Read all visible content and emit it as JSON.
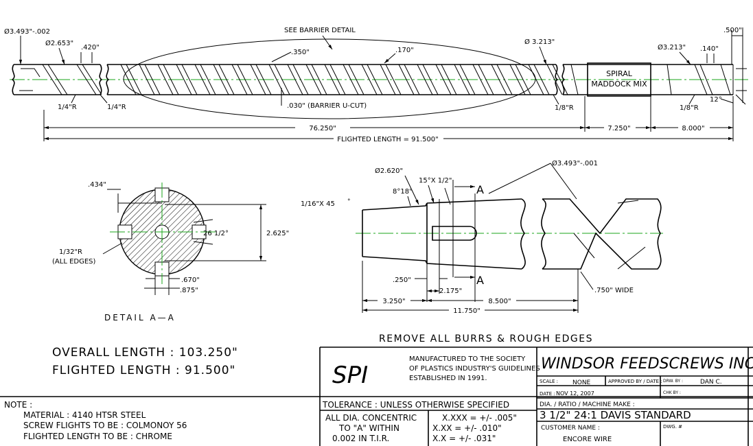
{
  "colors": {
    "line": "#000000",
    "centerline": "#1aa51a",
    "background": "#ffffff"
  },
  "main_view": {
    "diameter_feed": "Ø3.493\"-.002",
    "root_diameter": "Ø2.653\"",
    "flight_width": ".420\"",
    "see_barrier": "SEE BARRIER DETAIL",
    "barrier_flight": ".350\"",
    "pitch_170": ".170\"",
    "diameter_end_of_barrier": "Ø 3.213\"",
    "diameter_metering": "Ø3.213\"",
    "flight_140": ".140\"",
    "tip_length": ".500\"",
    "radius_left_1": "1/4\"R",
    "radius_left_2": "1/4\"R",
    "barrier_ucut": ".030\" (BARRIER U-CUT)",
    "radius_mid": "1/8\"R",
    "radius_right": "1/8\"R",
    "tip_angle": "12°",
    "maddock_label_1": "SPIRAL",
    "maddock_label_2": "MADDOCK MIX",
    "dim_76": "76.250\"",
    "dim_7": "7.250\"",
    "dim_8": "8.000\"",
    "flighted_length": "FLIGHTED LENGTH = 91.500\""
  },
  "detail_aa": {
    "dim_434": ".434\"",
    "angle": "26 1/2°",
    "dim_2625": "2.625\"",
    "edge_radius_1": "1/32\"R",
    "edge_radius_2": "(ALL EDGES)",
    "dim_670": ".670\"",
    "dim_875": ".875\"",
    "title": "DETAIL  A—A"
  },
  "shank_view": {
    "diameter_shank": "Ø2.620\"",
    "chamfer": "15°X 1/2\"",
    "angle_818": "8°18\"",
    "tip_chamfer": "1/16\"X 45",
    "degree_mark": "°",
    "diameter_flight": "Ø3.493\"-.001",
    "section_mark_top": "A",
    "section_mark_bottom": "A",
    "dim_250": ".250\"",
    "dim_2175": "2.175\"",
    "dim_325": "3.250\"",
    "dim_85": "8.500\"",
    "dim_1175": "11.750\"",
    "wide": ".750\" WIDE"
  },
  "remove_burrs": "REMOVE ALL BURRS & ROUGH EDGES",
  "overall_length": "OVERALL LENGTH : 103.250\"",
  "flighted_length_big": "FLIGHTED LENGTH : 91.500\"",
  "notes": {
    "header": "NOTE :",
    "material": "MATERIAL :  4140 HTSR STEEL",
    "flights": "SCREW FLIGHTS TO BE :  COLMONOY 56",
    "flighted": "FLIGHTED LENGTH TO BE :  CHROME"
  },
  "title_block": {
    "logo": "SPI",
    "spi_line1": "MANUFACTURED TO THE SOCIETY",
    "spi_line2": "OF PLASTICS INDUSTRY'S GUIDELINES",
    "spi_line3": "ESTABLISHED IN 1991.",
    "company": "WINDSOR FEEDSCREWS INC.",
    "scale_label": "SCALE :",
    "scale_value": "NONE",
    "approved_label": "APPROVED BY / DATE :",
    "drw_label": "DRW. BY :",
    "drw_value": "DAN C.",
    "date_label": "DATE :",
    "date_value": "NOV 12, 2007",
    "chk_label": "CHK BY :",
    "tolerance_header": "TOLERANCE : UNLESS OTHERWISE SPECIFIED",
    "dia_label": "DIA. / RATIO / MACHINE MAKE :",
    "dia_value": "3 1/2\" 24:1 DAVIS STANDARD",
    "concentric_1": "ALL DIA. CONCENTRIC",
    "concentric_2": "TO \"A\" WITHIN",
    "concentric_3": "0.002 IN T.I.R.",
    "tol_1": "X.XXX = +/- .005\"",
    "tol_2": "X.XX    =  +/-   .010\"",
    "tol_3": "X.X      =  +/-   .031\"",
    "customer_label": "CUSTOMER NAME :",
    "customer_value": "ENCORE WIRE",
    "dwg_label": "DWG. #"
  }
}
